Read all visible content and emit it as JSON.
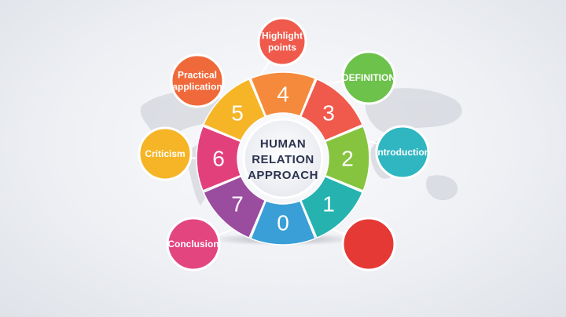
{
  "center": {
    "lines": [
      "HUMAN",
      "RELATION",
      "APPROACH"
    ]
  },
  "segments": [
    {
      "number": "0",
      "color": "#3a9fd6"
    },
    {
      "number": "1",
      "color": "#26b3b0"
    },
    {
      "number": "2",
      "color": "#86c440"
    },
    {
      "number": "3",
      "color": "#ef5a4c"
    },
    {
      "number": "4",
      "color": "#f58a3c"
    },
    {
      "number": "5",
      "color": "#f5b527"
    },
    {
      "number": "6",
      "color": "#e2407a"
    },
    {
      "number": "7",
      "color": "#9a4c9e"
    }
  ],
  "bubbles": [
    {
      "lines": [
        "Highlight",
        "points"
      ],
      "color": "#ef5a4c"
    },
    {
      "lines": [
        "DEFINITION"
      ],
      "color": "#6cc24a"
    },
    {
      "lines": [
        "Introduction"
      ],
      "color": "#2fb6c1"
    },
    {
      "lines": [],
      "color": "#e53935"
    },
    {
      "lines": [
        "Conclusion"
      ],
      "color": "#e3457e"
    },
    {
      "lines": [
        "Criticism"
      ],
      "color": "#f5b527"
    },
    {
      "lines": [
        "Practical",
        "application"
      ],
      "color": "#f0693a"
    }
  ]
}
